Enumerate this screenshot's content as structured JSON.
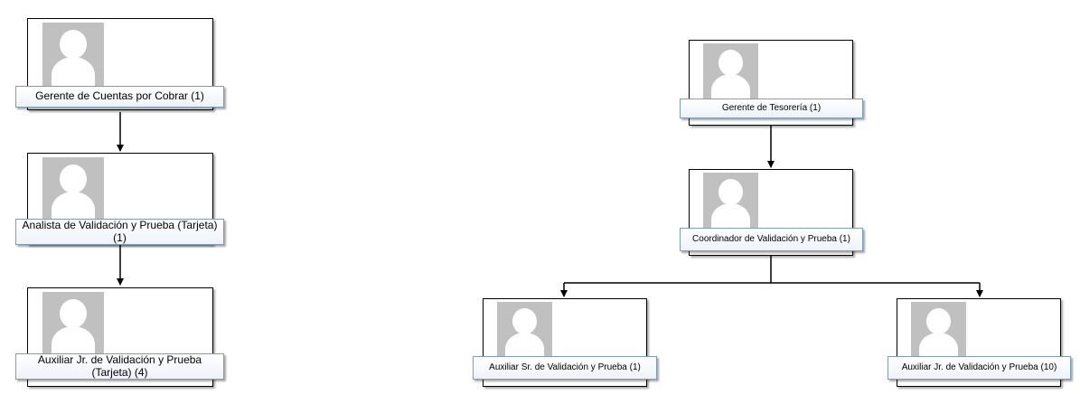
{
  "left_chart": {
    "node1": {
      "title": "Gerente de Cuentas por Cobrar (1)"
    },
    "node2": {
      "title": "Analista de Validación y Prueba (Tarjeta) (1)"
    },
    "node3": {
      "title": "Auxiliar Jr. de Validación y Prueba (Tarjeta) (4)"
    }
  },
  "right_chart": {
    "node1": {
      "title": "Gerente de Tesorería (1)"
    },
    "node2": {
      "title": "Coordinador de Validación y Prueba (1)"
    },
    "node3": {
      "title": "Auxiliar Sr. de Validación y Prueba (1)"
    },
    "node4": {
      "title": "Auxiliar Jr. de Validación y Prueba (10)"
    }
  },
  "colors": {
    "avatar_bg": "#c0c0c0",
    "label_border": "#7f9db9",
    "connector": "#000000"
  },
  "icon": "person-placeholder-icon"
}
